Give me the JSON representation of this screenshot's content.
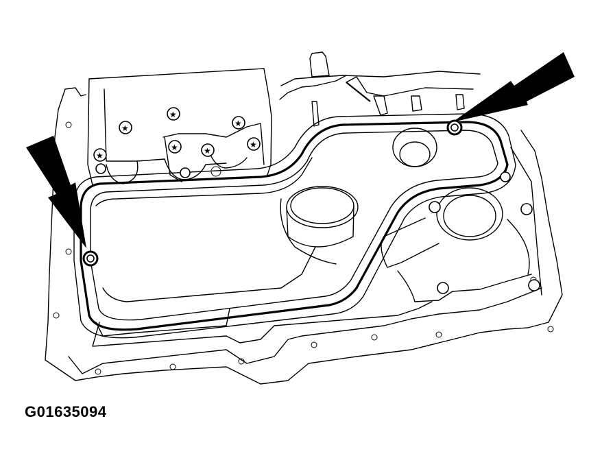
{
  "figure": {
    "description": "Transmission valve body and oil pan with gasket; two arrows indicating bolt locations",
    "id_label": "G01635094",
    "colors": {
      "line": "#000000",
      "background": "#ffffff"
    },
    "arrows": [
      {
        "name": "left-arrow",
        "points_to": "left-bolt"
      },
      {
        "name": "right-arrow",
        "points_to": "upper-right-bolt"
      }
    ]
  }
}
